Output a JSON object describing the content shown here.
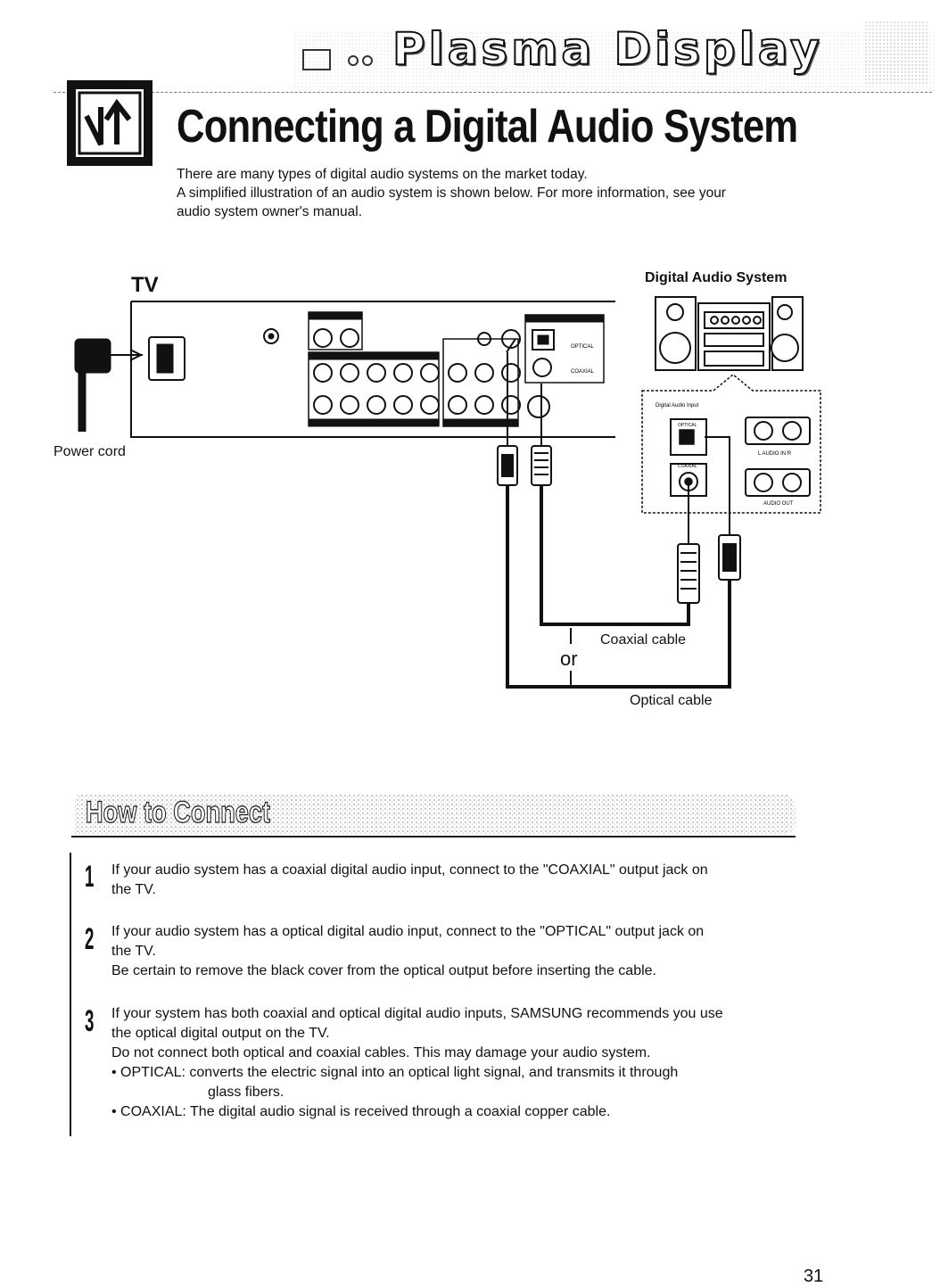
{
  "header": {
    "banner_title": "Plasma Display"
  },
  "title": "Connecting a Digital Audio System",
  "intro": [
    "There are many types of digital audio systems on the market today.",
    "A simplified illustration of an audio system is shown below. For more information, see your",
    "audio system owner's manual."
  ],
  "diagram": {
    "tv_label": "TV",
    "das_label": "Digital Audio System",
    "power_cord_label": "Power cord",
    "coaxial_cable_label": "Coaxial cable",
    "or_label": "or",
    "optical_cable_label": "Optical cable",
    "panel_labels": {
      "optical": "OPTICAL",
      "coaxial": "COAXIAL",
      "digital_audio_input": "Digital Audio Input",
      "audio_in": "L AUDIO IN R",
      "audio_out": "AUDIO OUT"
    }
  },
  "howto": {
    "title": "How to Connect"
  },
  "steps": [
    {
      "num": "1",
      "lines": [
        "If your audio system has a coaxial digital audio input, connect to the \"COAXIAL\" output jack on",
        "the TV."
      ]
    },
    {
      "num": "2",
      "lines": [
        "If your audio system has a optical digital audio input, connect to the \"OPTICAL\" output jack on",
        "the TV.",
        "Be certain to remove the black cover from the optical output before inserting the cable."
      ]
    },
    {
      "num": "3",
      "lines": [
        "If your system has both coaxial and optical digital audio inputs, SAMSUNG recommends you use",
        "the optical digital output on the TV.",
        "Do not connect both optical and coaxial cables. This may damage your audio system."
      ],
      "bullets": [
        {
          "head": "• OPTICAL:",
          "text": "converts the electric signal into an optical light signal, and transmits it through",
          "cont": "glass fibers."
        },
        {
          "head": "• COAXIAL:",
          "text": "The digital audio signal is received through a coaxial copper cable.",
          "cont": ""
        }
      ]
    }
  ],
  "page_number": "31"
}
